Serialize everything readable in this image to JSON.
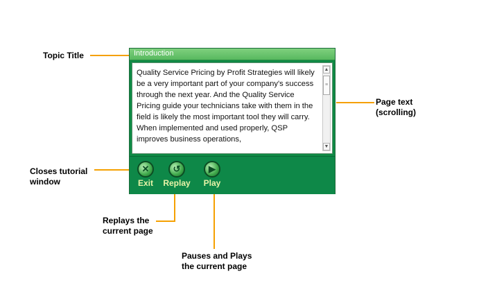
{
  "window": {
    "title": "Introduction",
    "page_text": "Quality Service Pricing by Profit Strategies will likely be a very important part of your company's success through the next year.  And the Quality Service Pricing guide your technicians take with them in the field is likely the most important tool they will carry. When implemented and used properly, QSP improves business operations,",
    "scroll": {
      "up": "▲",
      "down": "▼",
      "thumb": "≡"
    },
    "buttons": [
      {
        "label": "Exit",
        "icon": "x-icon",
        "glyph": "✕"
      },
      {
        "label": "Replay",
        "icon": "replay-icon",
        "glyph": "↺"
      },
      {
        "label": "Play",
        "icon": "play-icon",
        "glyph": "▶"
      }
    ]
  },
  "annotations": {
    "topic_title": "Topic Title",
    "page_text": [
      "Page text",
      "(scrolling)"
    ],
    "closes": [
      "Closes tutorial",
      "window"
    ],
    "replays": [
      "Replays the",
      "current page"
    ],
    "pauses": [
      "Pauses and Plays",
      "the current page"
    ]
  },
  "colors": {
    "callout_line": "#f5a000",
    "window_green": "#0f8a45",
    "title_green": "#6cc66f",
    "button_label": "#e8f4a8"
  }
}
